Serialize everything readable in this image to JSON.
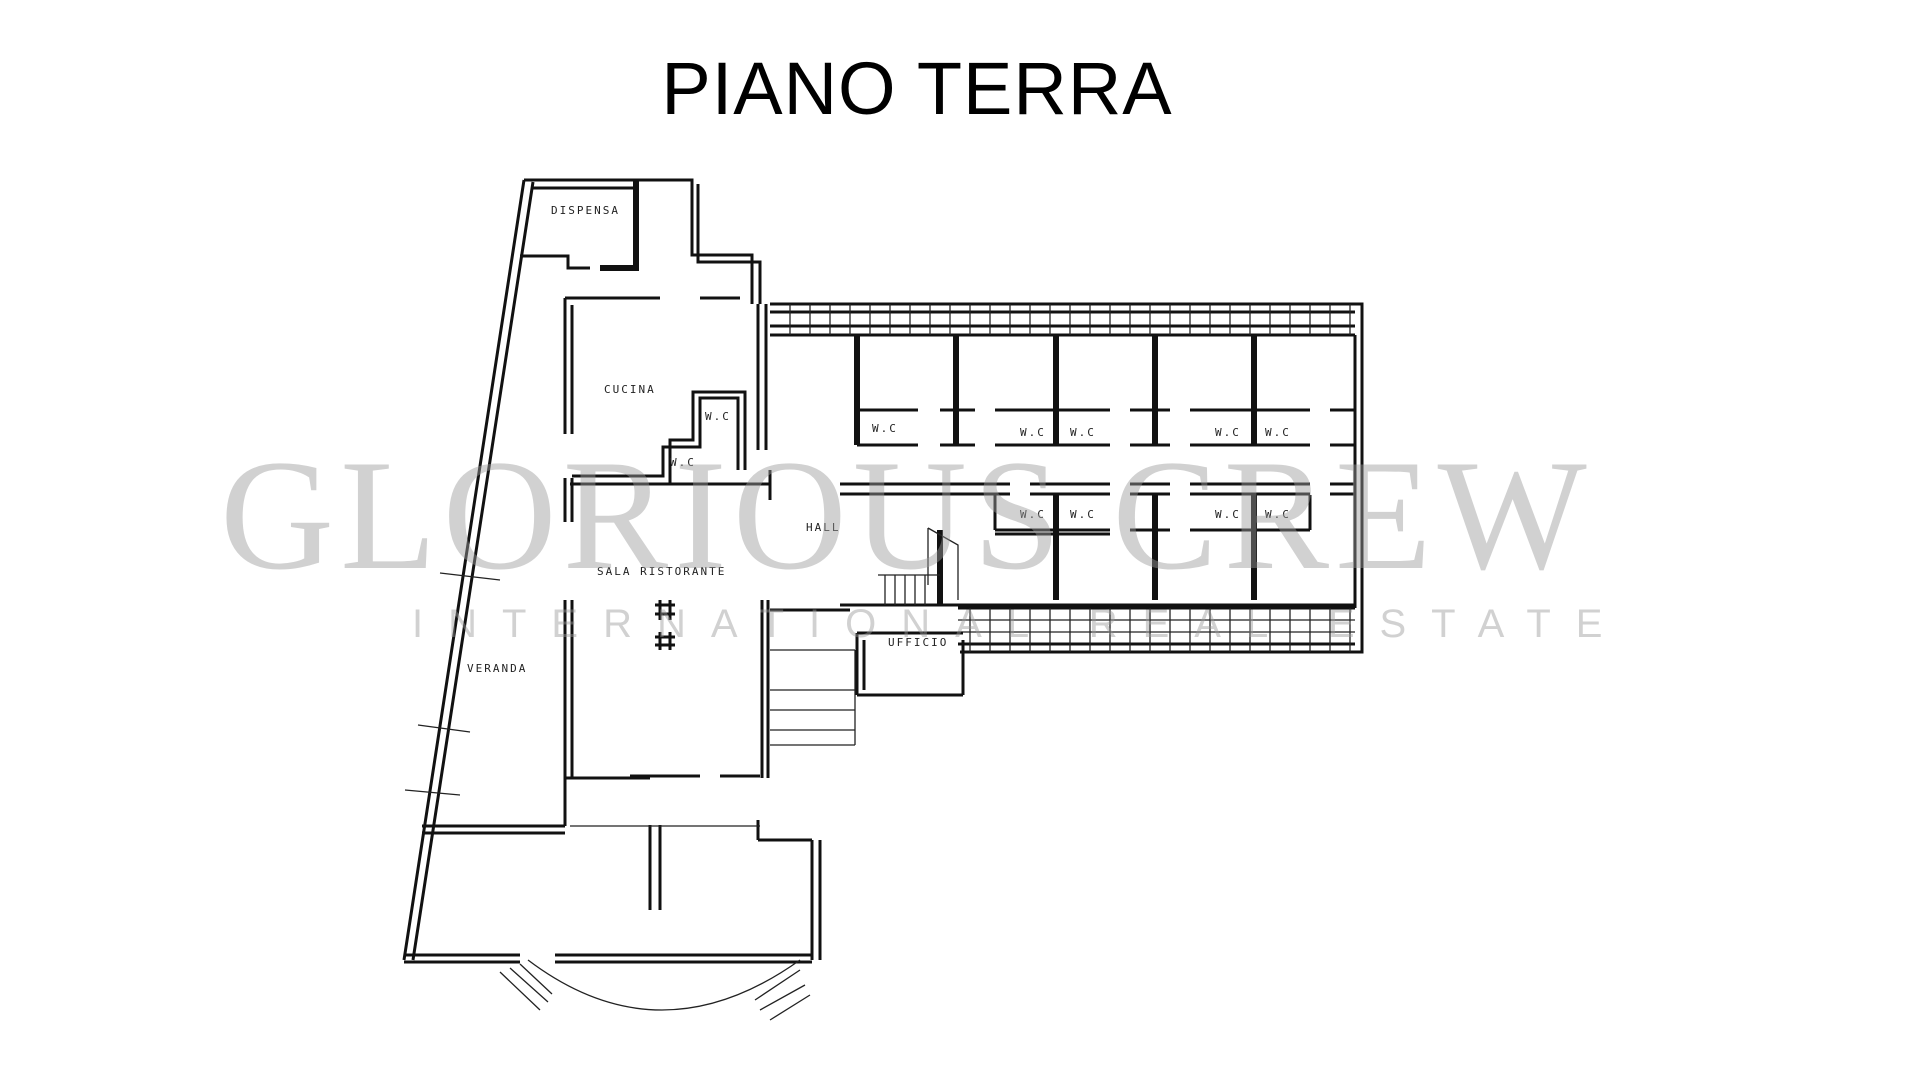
{
  "title": "PIANO TERRA",
  "rooms": {
    "dispensa": "DISPENSA",
    "cucina": "CUCINA",
    "wc": "W.C",
    "hall": "HALL",
    "sala_ristorante": "SALA RISTORANTE",
    "veranda": "VERANDA",
    "ufficio": "UFFICIO"
  },
  "watermark": {
    "line1": "GLORIOUS CREW",
    "line2": "INTERNATIONAL REAL ESTATE"
  }
}
